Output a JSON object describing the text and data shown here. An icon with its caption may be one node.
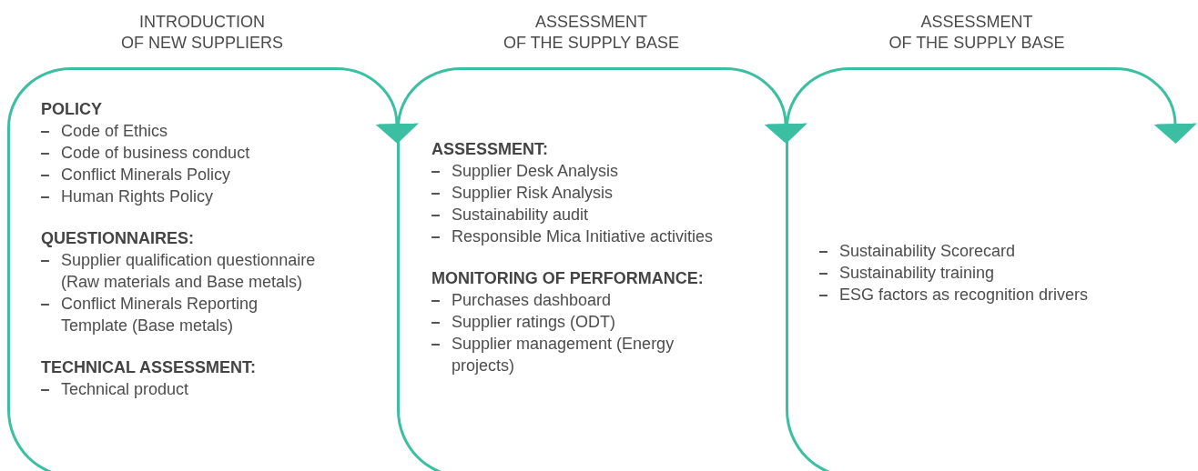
{
  "diagram": {
    "nodes": [
      {
        "text": [
          "INTRODUCTION OF NEW SUPPLIERS",
          "POLICY",
          "Code of Ethics",
          "Code of business conduct",
          "Conflict Minerals Policy",
          "Human Rights Policy",
          "QUESTIONNAIRES:",
          "Supplier qualification questionnaire (Raw materials and Base metals)",
          "Conflict Minerals Reporting Template (Base metals)",
          "TECHNICAL ASSESSMENT:",
          "Technical product"
        ]
      },
      {
        "text": [
          "ASSESSMENT OF THE SUPPLY BASE",
          "ASSESSMENT:",
          "Supplier Desk Analysis",
          "Supplier Risk Analysis",
          "Sustainability audit",
          "Responsible Mica Initiative activities",
          "MONITORING OF PERFORMANCE:",
          "Purchases dashboard",
          "Supplier ratings (ODT)",
          "Supplier management (Energy projects)"
        ]
      },
      {
        "text": [
          "ASSESSMENT OF THE SUPPLY BASE",
          "Sustainability Scorecard",
          "Sustainability training",
          "ESG factors as recognition drivers"
        ]
      }
    ],
    "edges": [
      {
        "from": 0,
        "to": 1,
        "arrow": "to"
      },
      {
        "from": 1,
        "to": 2,
        "arrow": "to"
      },
      {
        "from": 2,
        "to": null,
        "arrow": "to"
      }
    ]
  }
}
